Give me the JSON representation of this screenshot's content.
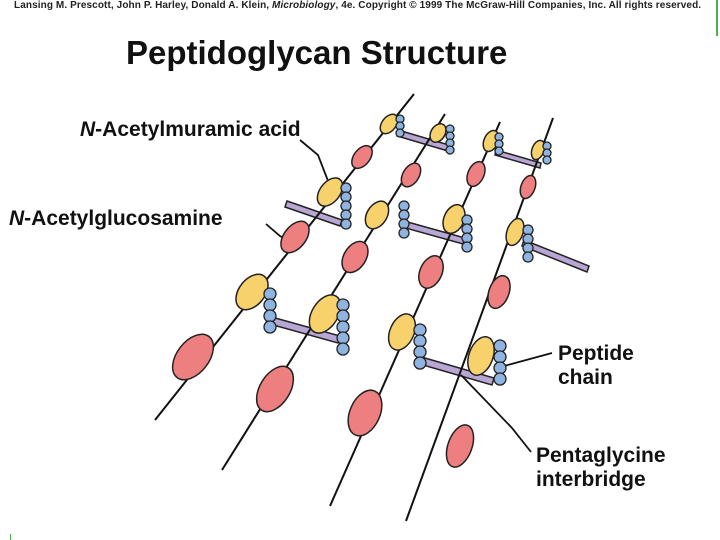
{
  "header": {
    "copyright_pre": "Lansing M. Prescott, John P. Harley, Donald A. Klein, ",
    "copyright_book": "Microbiology",
    "copyright_post": ", 4e. Copyright © 1999 The McGraw-Hill Companies, Inc.  All rights reserved."
  },
  "title": "Peptidoglycan Structure",
  "labels": {
    "muramic_prefix": "N",
    "muramic_rest": "-Acetylmuramic acid",
    "glucosamine_prefix": "N",
    "glucosamine_rest": "-Acetylglucosamine",
    "peptide_line1": "Peptide",
    "peptide_line2": "chain",
    "pentaglycine_line1": "Pentaglycine",
    "pentaglycine_line2": "interbridge"
  },
  "colors": {
    "nam": "#f7d16b",
    "nag": "#ee7f80",
    "peptide": "#8fb4e0",
    "bridge": "#b8a6d4",
    "outline": "#222222"
  }
}
